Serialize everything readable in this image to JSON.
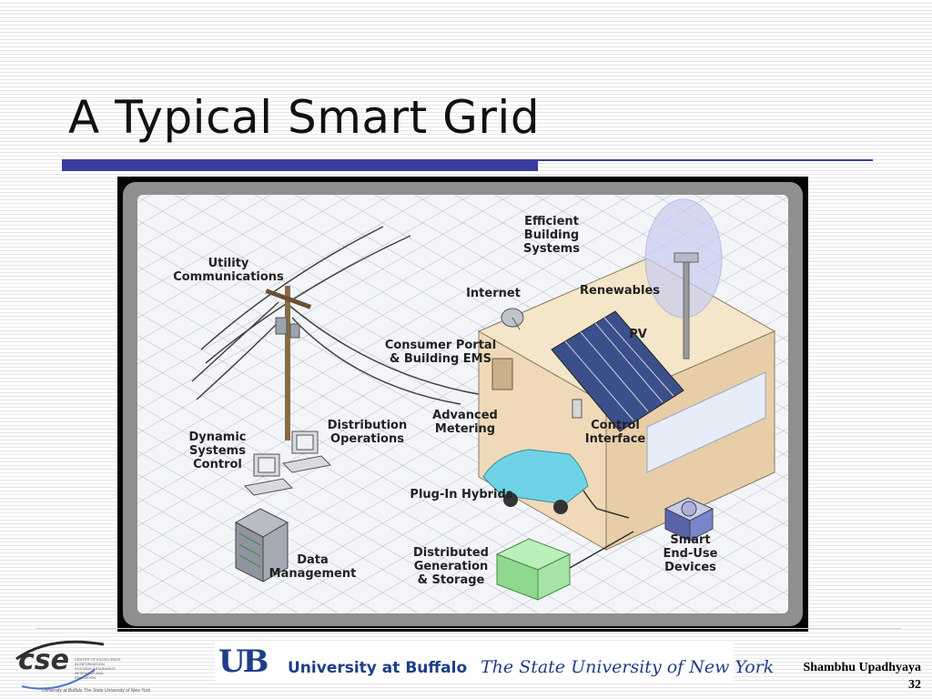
{
  "slide": {
    "title": "A Typical Smart Grid",
    "page_number": "32",
    "author": "Shambhu Upadhyaya"
  },
  "diagram": {
    "labels": {
      "utility_communications": "Utility\nCommunications",
      "efficient_building_systems": "Efficient\nBuilding\nSystems",
      "internet": "Internet",
      "renewables": "Renewables",
      "pv": "PV",
      "consumer_portal": "Consumer Portal\n& Building EMS",
      "advanced_metering": "Advanced\nMetering",
      "control_interface": "Control\nInterface",
      "dynamic_systems_control": "Dynamic\nSystems\nControl",
      "distribution_operations": "Distribution\nOperations",
      "plug_in_hybrids": "Plug-In Hybrids",
      "smart_end_use_devices": "Smart\nEnd-Use\nDevices",
      "distributed_generation": "Distributed\nGeneration\n& Storage",
      "data_management": "Data\nManagement"
    }
  },
  "footer": {
    "cse_logo_text": "cse",
    "cse_small_text": "CENTER OF EXCELLENCE IN INFORMATION SYSTEMS ASSURANCE RESEARCH AND EDUCATION",
    "cse_sub_text": "University at Buffalo The State University of New York",
    "ub_mark": "UB",
    "ub_name": "University at Buffalo",
    "ub_tagline": "The State University of New York"
  },
  "colors": {
    "title_bar": "#3a3d9e",
    "ub_blue": "#1e3e8a"
  }
}
